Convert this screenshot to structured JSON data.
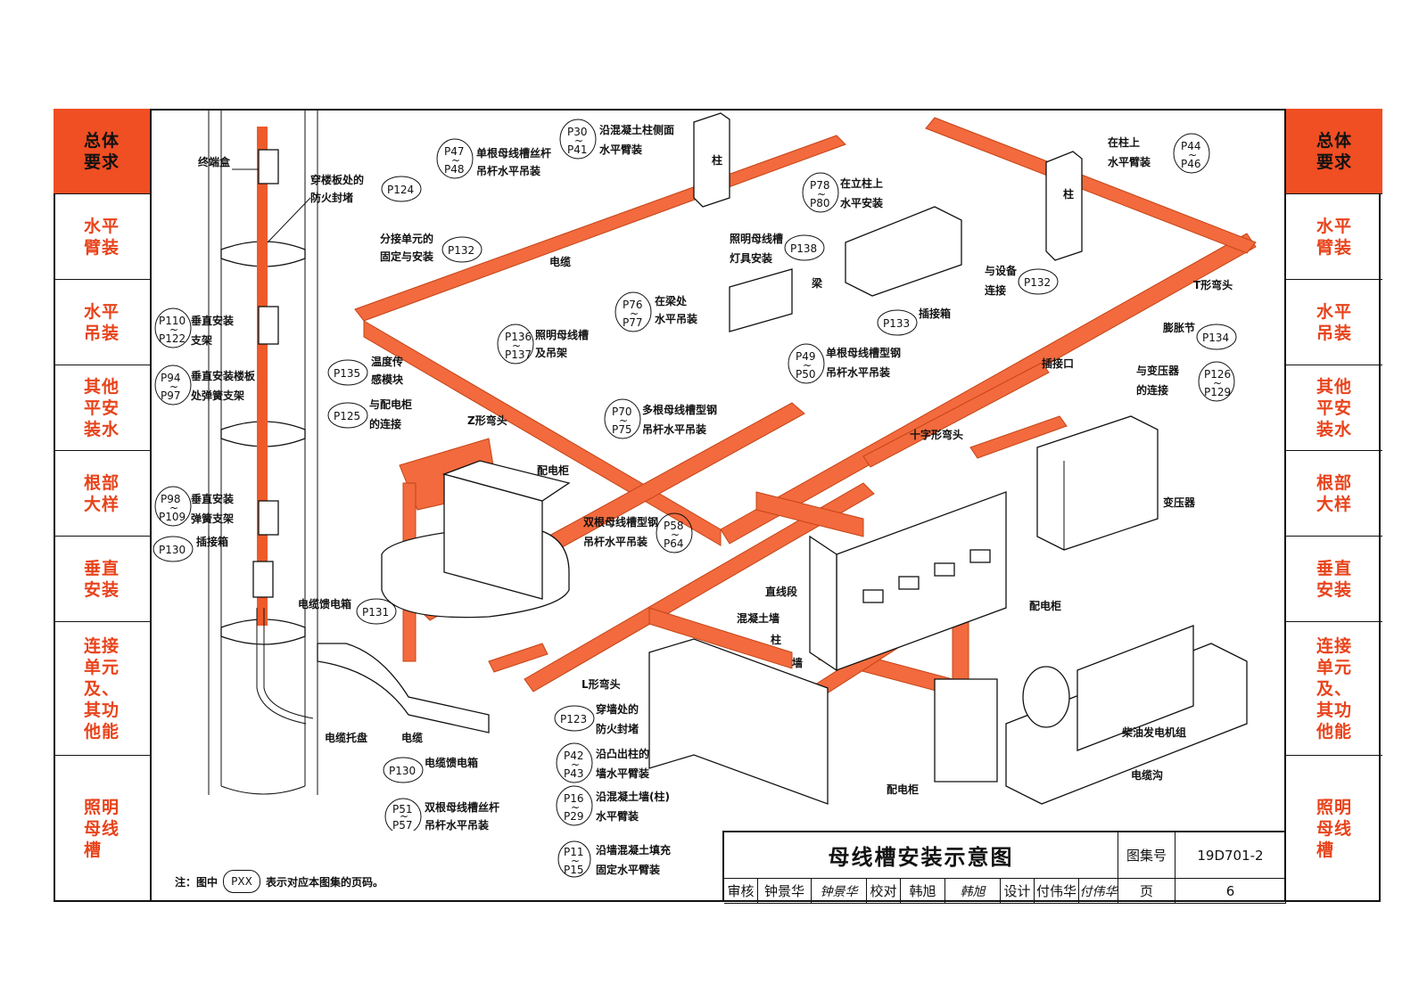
{
  "left_tabs": [
    {
      "label": "总体\n要求",
      "active": true
    },
    {
      "label": "水平\n臂装",
      "active": false
    },
    {
      "label": "水平\n吊装",
      "active": false
    },
    {
      "label": "其他\n平安\n装水",
      "active": false
    },
    {
      "label": "根部\n大样",
      "active": false
    },
    {
      "label": "垂直\n安装",
      "active": false
    },
    {
      "label": "连接\n单元\n及、\n其功\n他能",
      "active": false
    },
    {
      "label": "照明\n母线\n槽",
      "active": false
    }
  ],
  "right_tabs": [
    {
      "label": "总体\n要求",
      "active": true
    },
    {
      "label": "水平\n臂装",
      "active": false
    },
    {
      "label": "水平\n吊装",
      "active": false
    },
    {
      "label": "其他\n平安\n装水",
      "active": false
    },
    {
      "label": "根部\n大样",
      "active": false
    },
    {
      "label": "垂直\n安装",
      "active": false
    },
    {
      "label": "连接\n单元\n及、\n其功\n他能",
      "active": false
    },
    {
      "label": "照明\n母线\n槽",
      "active": false
    }
  ],
  "labels": {
    "terminal_box": "终端盒",
    "fire_seal_floor": [
      "穿楼板处的",
      "防火封堵"
    ],
    "branch_unit": [
      "分接单元的",
      "固定与安装"
    ],
    "single_rod": [
      "单根母线槽丝杆",
      "吊杆水平吊装"
    ],
    "along_column": [
      "沿混凝土柱侧面",
      "水平臂装"
    ],
    "column": "柱",
    "cable": "电缆",
    "lighting_lamp": [
      "照明母线槽",
      "灯具安装"
    ],
    "lighting_hanger": [
      "照明母线槽",
      "及吊架"
    ],
    "on_beam": [
      "在梁处",
      "水平吊装"
    ],
    "beam": "梁",
    "on_column": [
      "在立柱上",
      "水平安装"
    ],
    "equipment_conn": [
      "与设备",
      "连接"
    ],
    "column_arm": [
      "在柱上",
      "水平臂装"
    ],
    "t_bend": "T形弯头",
    "expansion": "膨胀节",
    "plug_box": "插接箱",
    "single_steel": [
      "单根母线槽型钢",
      "吊杆水平吊装"
    ],
    "plug_port": "插接口",
    "transformer_conn": [
      "与变压器",
      "的连接"
    ],
    "temp_sensor": [
      "温度传",
      "感模块"
    ],
    "cabinet_conn": [
      "与配电柜",
      "的连接"
    ],
    "z_bend": "Z形弯头",
    "multi_steel": [
      "多根母线槽型钢",
      "吊杆水平吊装"
    ],
    "cross_bend": "十字形弯头",
    "dist_cabinet": "配电柜",
    "transformer": "变压器",
    "double_steel": [
      "双根母线槽型钢",
      "吊杆水平吊装"
    ],
    "vert_support": [
      "垂直安装",
      "支架"
    ],
    "vert_spring": [
      "垂直安装楼板",
      "处弹簧支架"
    ],
    "vert_spring2": [
      "垂直安装",
      "弹簧支架"
    ],
    "plug_box2": "插接箱",
    "cable_feed_box": "电缆馈电箱",
    "straight": "直线段",
    "concrete_wall": "混凝土墙",
    "wall": "墙",
    "l_bend": "L形弯头",
    "cable_tray": "电缆托盘",
    "cable2": "电缆",
    "wall_fire_seal": [
      "穿墙处的",
      "防火封堵"
    ],
    "convex_column": [
      "沿凸出柱的",
      "墙水平臂装"
    ],
    "along_wall": [
      "沿混凝土墙(柱)",
      "水平臂装"
    ],
    "double_rod": [
      "双根母线槽丝杆",
      "吊杆水平吊装"
    ],
    "fill_wall": [
      "沿墙混凝土填充",
      "固定水平臂装"
    ],
    "diesel": "柴油发电机组",
    "cable_trench": "电缆沟",
    "dist_cabinet3": "配电柜"
  },
  "page_codes": {
    "p124": "P124",
    "p132": "P132",
    "p47": "P47",
    "p48": "P48",
    "p30": "P30",
    "p41": "P41",
    "p138": "P138",
    "p136": "P136",
    "p137": "P137",
    "p76": "P76",
    "p77": "P77",
    "p78": "P78",
    "p80": "P80",
    "p132b": "P132",
    "p44": "P44",
    "p46": "P46",
    "p134": "P134",
    "p133": "P133",
    "p49": "P49",
    "p50": "P50",
    "p126": "P126",
    "p129": "P129",
    "p135": "P135",
    "p125": "P125",
    "p70": "P70",
    "p75": "P75",
    "p58": "P58",
    "p64": "P64",
    "p110": "P110",
    "p122": "P122",
    "p94": "P94",
    "p97": "P97",
    "p98": "P98",
    "p109": "P109",
    "p130": "P130",
    "p131": "P131",
    "p130b": "P130",
    "p123": "P123",
    "p42": "P42",
    "p43": "P43",
    "p16": "P16",
    "p29": "P29",
    "p51": "P51",
    "p57": "P57",
    "p11": "P11",
    "p15": "P15",
    "tilde": "~"
  },
  "note": {
    "prefix": "注：图中",
    "code": "PXX",
    "suffix": "表示对应本图集的页码。"
  },
  "title_block": {
    "title": "母线槽安装示意图",
    "atlas_label": "图集号",
    "atlas_no": "19D701-2",
    "review_label": "审核",
    "reviewer": "钟景华",
    "reviewer_sig": "钟景华",
    "check_label": "校对",
    "checker": "韩旭",
    "checker_sig": "韩旭",
    "design_label": "设计",
    "designer": "付伟华",
    "designer_sig": "付伟华",
    "page_label": "页",
    "page_no": "6"
  },
  "colors": {
    "accent": "#f04e23",
    "busway": "#f26a3d",
    "tab_text": "#e8431b",
    "line": "#111111"
  }
}
